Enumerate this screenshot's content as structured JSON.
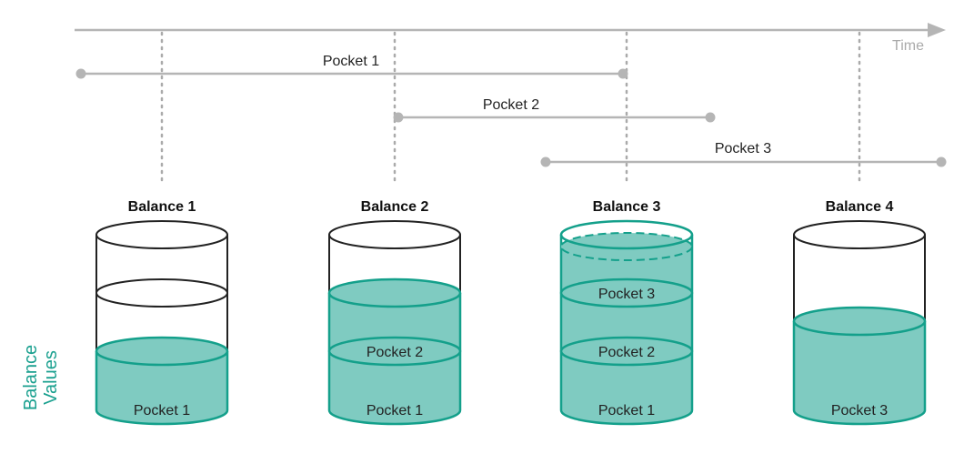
{
  "timeline": {
    "axis_label": "Time",
    "pockets": [
      {
        "label": "Pocket 1"
      },
      {
        "label": "Pocket 2"
      },
      {
        "label": "Pocket 3"
      }
    ]
  },
  "side_label": [
    "Balance",
    "Values"
  ],
  "balances": [
    {
      "title": "Balance 1",
      "segments": [
        "Pocket 1"
      ]
    },
    {
      "title": "Balance 2",
      "segments": [
        "Pocket 1",
        "Pocket 2"
      ]
    },
    {
      "title": "Balance 3",
      "segments": [
        "Pocket 1",
        "Pocket 2",
        "Pocket 3"
      ]
    },
    {
      "title": "Balance 4",
      "segments": [
        "Pocket 3"
      ]
    }
  ],
  "colors": {
    "fill": "#7fcbc1",
    "stroke": "#14a08b",
    "timeline": "#b5b5b5",
    "dotted": "#aaaaaa"
  }
}
